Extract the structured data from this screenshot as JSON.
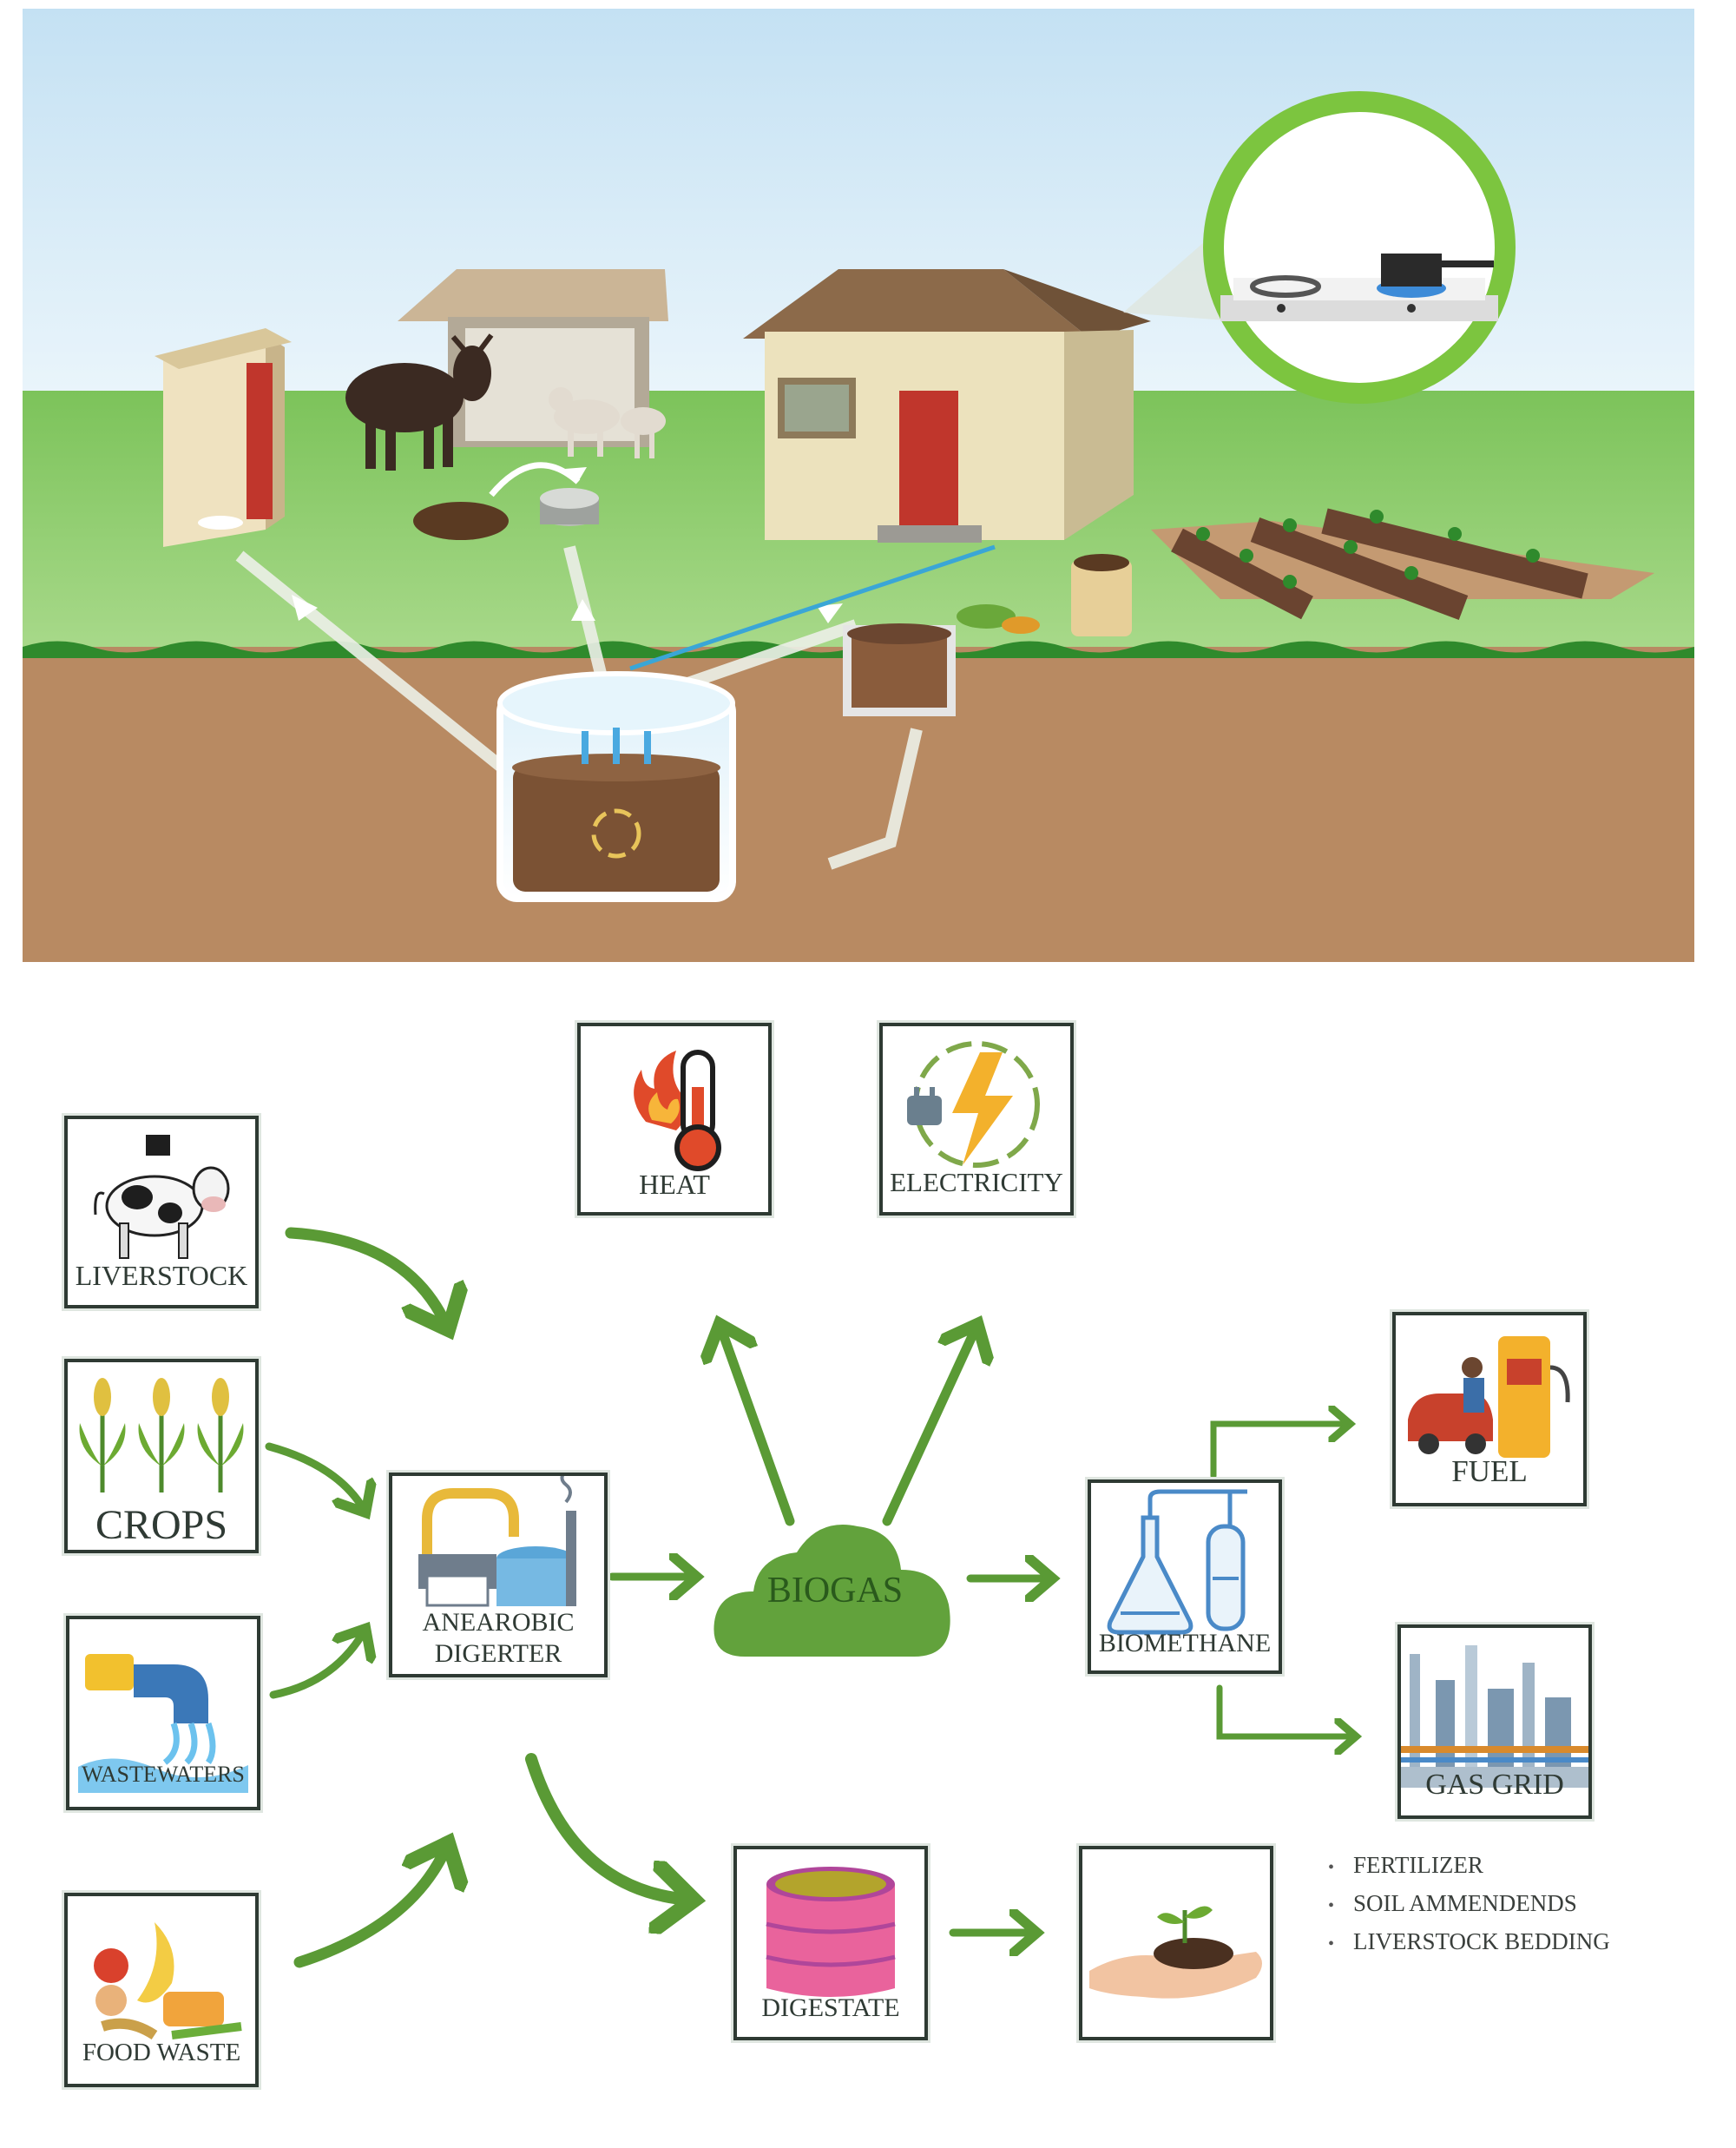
{
  "scene": {
    "illustration": "biogas-farm-scene"
  },
  "flow": {
    "inputs": [
      {
        "id": "livestock",
        "label": "LIVERSTOCK",
        "icon": "cow-icon"
      },
      {
        "id": "crops",
        "label": "CROPS",
        "icon": "corn-plants-icon"
      },
      {
        "id": "wastewaters",
        "label": "WASTEWATERS",
        "icon": "pipe-water-icon"
      },
      {
        "id": "food_waste",
        "label": "FOOD WASTE",
        "icon": "food-scraps-icon"
      }
    ],
    "digester": {
      "label_line1": "ANEAROBIC",
      "label_line2": "DIGERTER",
      "icon": "digester-plant-icon"
    },
    "biogas": {
      "label": "BIOGAS",
      "icon": "cloud-icon"
    },
    "heat": {
      "label": "HEAT",
      "icon": "thermometer-flame-icon"
    },
    "electricity": {
      "label": "ELECTRICITY",
      "icon": "plug-lightning-icon"
    },
    "biomethane": {
      "label": "BIOMETHANE",
      "icon": "lab-flask-icon"
    },
    "fuel": {
      "label": "FUEL",
      "icon": "fuel-pump-car-icon"
    },
    "gas_grid": {
      "label": "GAS GRID",
      "icon": "industrial-plant-icon"
    },
    "digestate": {
      "label": "DIGESTATE",
      "icon": "barrel-icon"
    },
    "soil": {
      "icon": "hand-sprout-icon"
    },
    "digestate_uses": [
      "FERTILIZER",
      "SOIL AMMENDENDS",
      "LIVERSTOCK BEDDING"
    ],
    "colors": {
      "arrow": "#5a9a35",
      "box_border": "#2e3a33",
      "biogas_cloud": "#62a23c"
    }
  }
}
